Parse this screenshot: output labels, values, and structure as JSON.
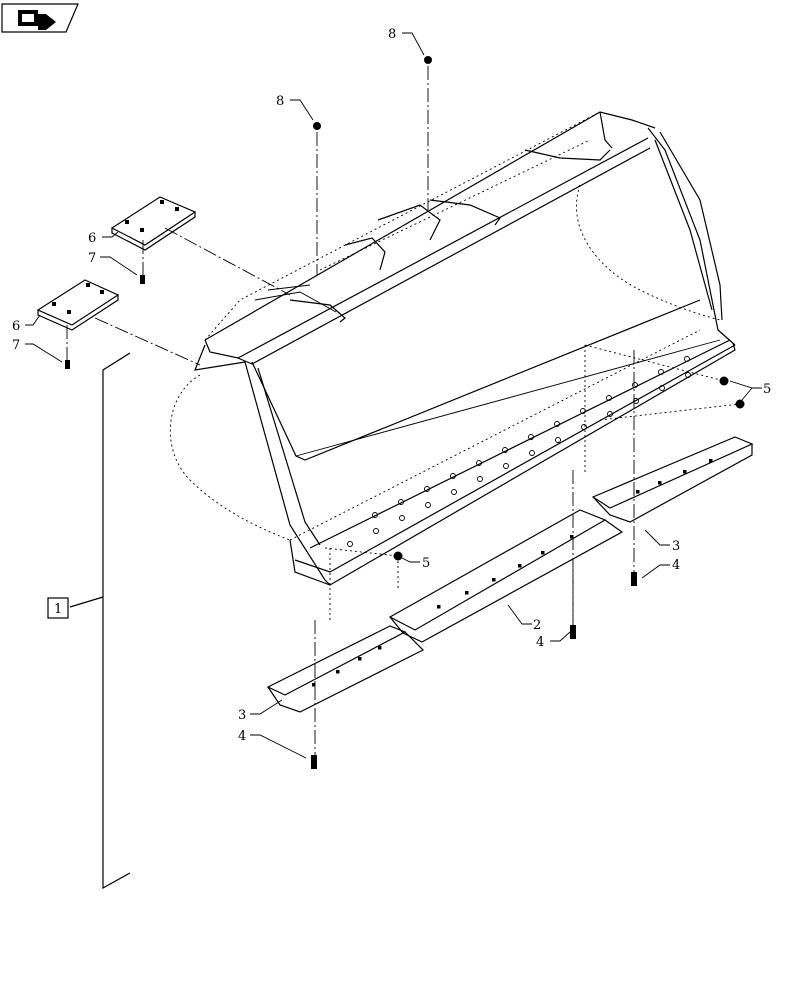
{
  "nav_icon": "next-page-arrow-icon",
  "callouts": {
    "c1": "1",
    "c2": "2",
    "c3": "3",
    "c4": "4",
    "c5": "5",
    "c6": "6",
    "c7": "7",
    "c8": "8"
  }
}
